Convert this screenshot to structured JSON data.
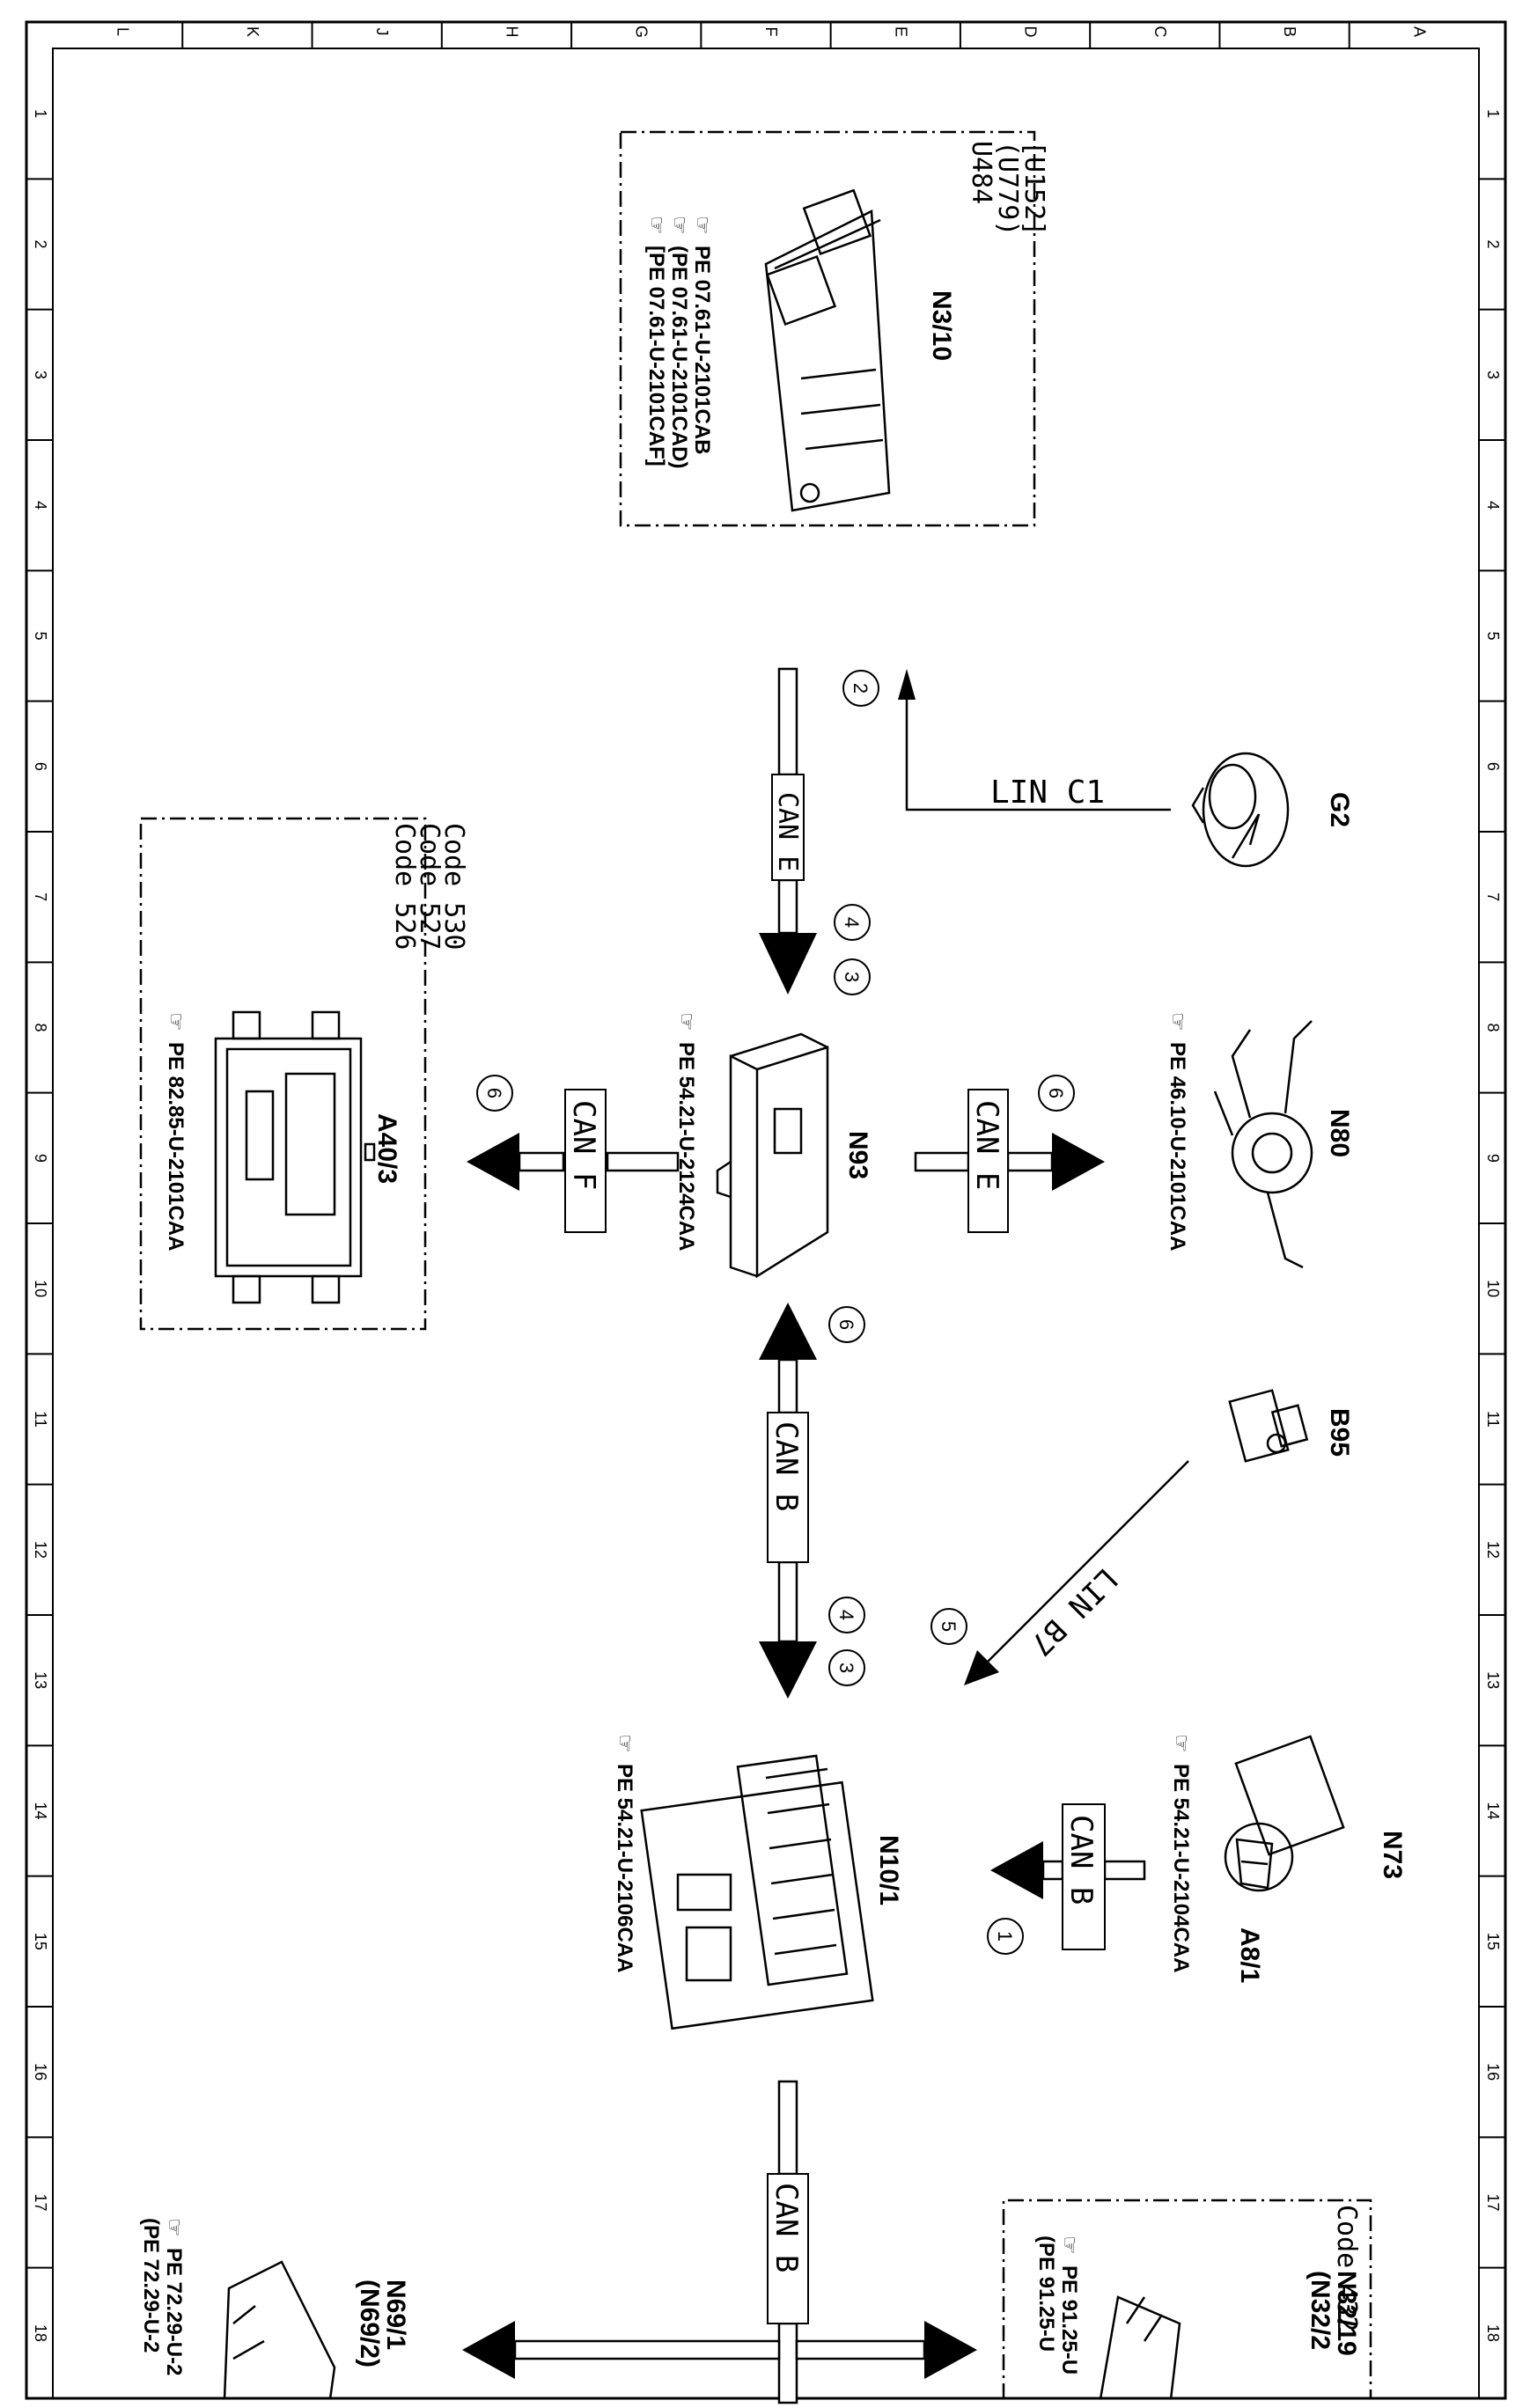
{
  "grid": {
    "top_letters": [
      "L",
      "K",
      "J",
      "H",
      "G",
      "F",
      "E",
      "D",
      "C",
      "B",
      "A"
    ],
    "side_numbers": [
      "1",
      "2",
      "3",
      "4",
      "5",
      "6",
      "7",
      "8",
      "9",
      "10",
      "11",
      "12",
      "13",
      "14",
      "15",
      "16",
      "17",
      "18"
    ]
  },
  "components": {
    "n3_10": {
      "id": "N3/10",
      "variants": [
        "U484",
        "(U779)",
        "[U152]"
      ],
      "refs": [
        "PE 07.61-U-2101CAB",
        "(PE 07.61-U-2101CAD)",
        "[PE 07.61-U-2101CAF]"
      ]
    },
    "g2": {
      "id": "G2"
    },
    "a40_3": {
      "id": "A40/3",
      "codes": [
        "Code 526",
        "Code 527",
        "Code 530"
      ],
      "ref": "PE 82.85-U-2101CAA"
    },
    "n93": {
      "id": "N93",
      "ref": "PE 54.21-U-2124CAA"
    },
    "n80": {
      "id": "N80",
      "ref": "PE 46.10-U-2101CAA"
    },
    "b95": {
      "id": "B95"
    },
    "n10_1": {
      "id": "N10/1",
      "ref": "PE 54.21-U-2106CAA"
    },
    "n73": {
      "id": "N73",
      "sub": "A8/1",
      "ref": "PE 54.21-U-2104CAA"
    },
    "n32": {
      "code": "Code 432",
      "id": "N32/19",
      "alt": "(N32/2",
      "refs": [
        "PE 91.25-U",
        "(PE 91.25-U"
      ]
    },
    "n69": {
      "id": "N69/1",
      "alt": "(N69/2)",
      "refs": [
        "PE 72.29-U-2",
        "(PE 72.29-U-2"
      ]
    }
  },
  "buses": {
    "can_e_top": "CAN E",
    "lin_c1": "LIN C1",
    "can_f": "CAN F",
    "can_e_right": "CAN E",
    "can_b_mid": "CAN B",
    "lin_b7": "LIN B7",
    "can_b_n73": "CAN B",
    "can_b_bottom": "CAN B"
  },
  "markers": {
    "m2": "2",
    "m4a": "4",
    "m3a": "3",
    "m6a": "6",
    "m6b": "6",
    "m6c": "6",
    "m4b": "4",
    "m3b": "3",
    "m5": "5",
    "m1": "1"
  }
}
